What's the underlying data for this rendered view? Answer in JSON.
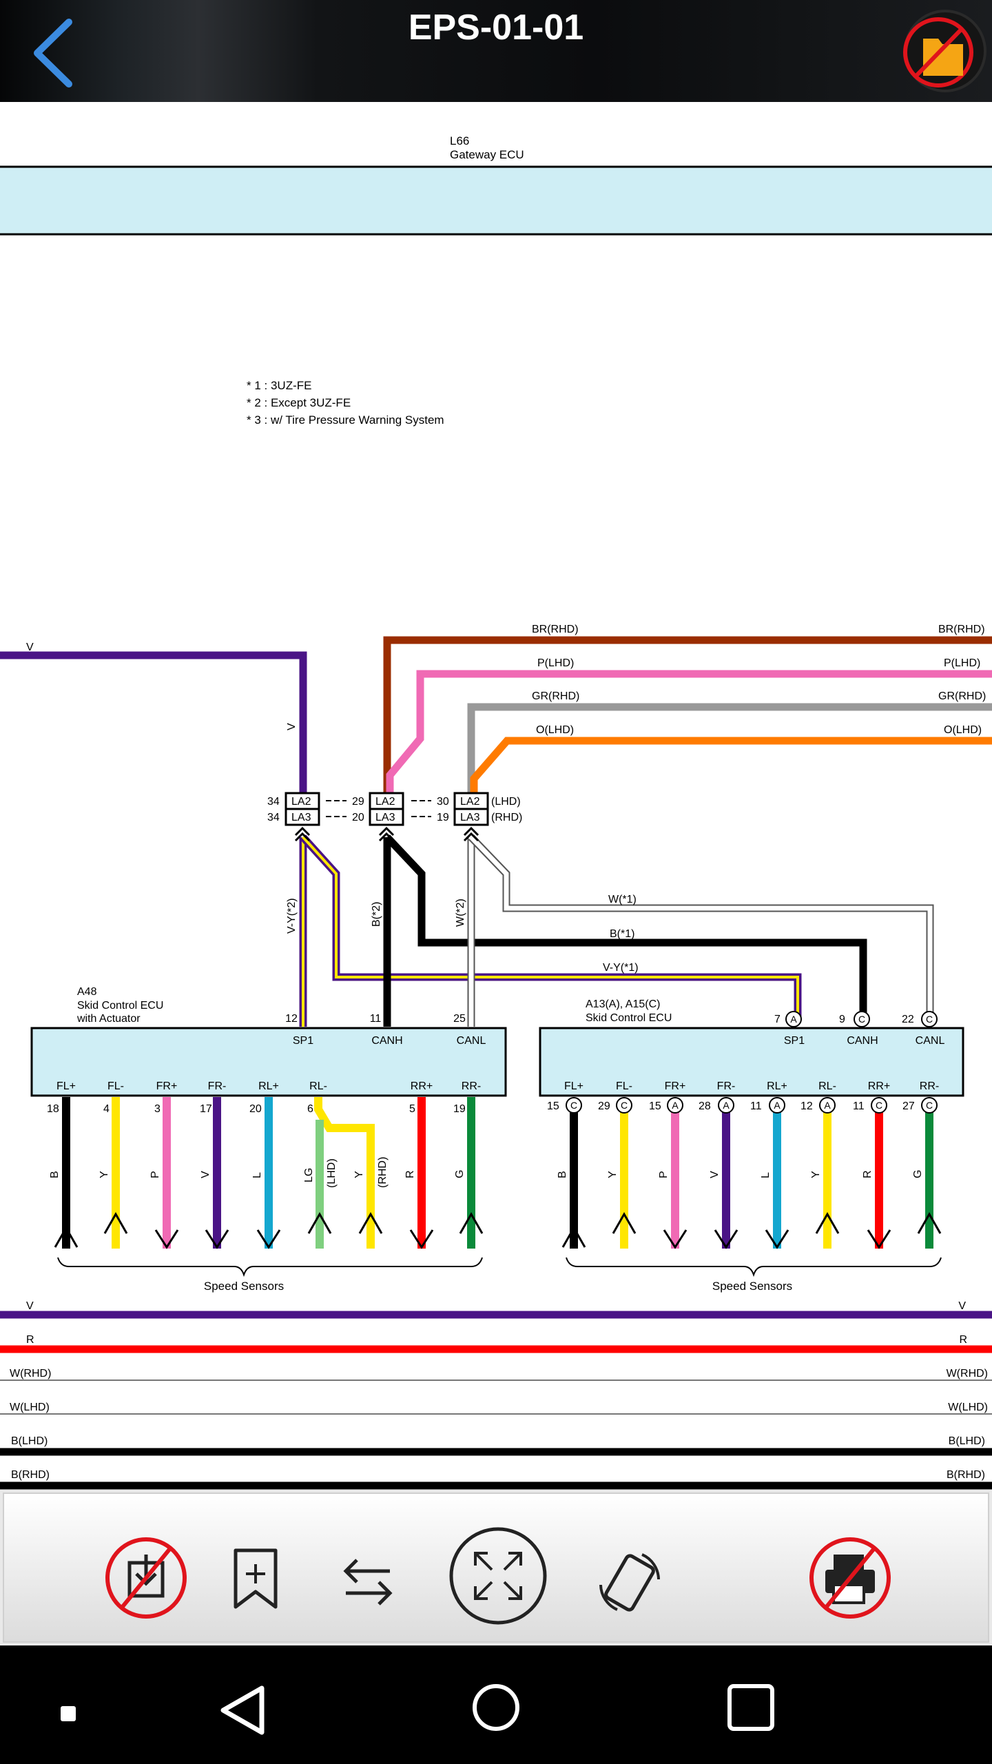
{
  "header": {
    "title": "EPS-01-01"
  },
  "diagram": {
    "gateway": {
      "code": "L66",
      "name": "Gateway ECU"
    },
    "notes": [
      "* 1 : 3UZ-FE",
      "* 2 : Except 3UZ-FE",
      "* 3 : w/ Tire Pressure Warning System"
    ],
    "top_wires": {
      "v": "V",
      "br_rhd": "BR(RHD)",
      "p_lhd": "P(LHD)",
      "gr_rhd": "GR(RHD)",
      "o_lhd": "O(LHD)",
      "v_vert": "V"
    },
    "junctions": {
      "la2": "LA2",
      "la3": "LA3",
      "pins_left": [
        "34",
        "34"
      ],
      "pins_mid": [
        "29",
        "20"
      ],
      "pins_right": [
        "30",
        "19"
      ],
      "lhd": "(LHD)",
      "rhd": "(RHD)"
    },
    "vertical_labels": {
      "vy2": "V-Y(*2)",
      "b2": "B(*2)",
      "w2": "W(*2)"
    },
    "middle_wires": {
      "w1": "W(*1)",
      "b1": "B(*1)",
      "vy1": "V-Y(*1)"
    },
    "ecu_a48": {
      "code": "A48",
      "name_line1": "Skid Control ECU",
      "name_line2": "with Actuator",
      "top_pins": [
        "12",
        "11",
        "25"
      ],
      "top_labels": [
        "SP1",
        "CANH",
        "CANL"
      ],
      "bottom_labels": [
        "FL+",
        "FL-",
        "FR+",
        "FR-",
        "RL+",
        "RL-",
        "RR+",
        "RR-"
      ],
      "bottom_pins": [
        "18",
        "4",
        "3",
        "17",
        "20",
        "6",
        "5",
        "19"
      ],
      "wire_colors": [
        "B",
        "Y",
        "P",
        "V",
        "L",
        "LG",
        "Y",
        "R",
        "G"
      ],
      "lhd": "(LHD)",
      "rhd": "(RHD)",
      "sensors": "Speed Sensors"
    },
    "ecu_a13": {
      "code": "A13(A), A15(C)",
      "name": "Skid Control ECU",
      "top_pins": [
        "7",
        "9",
        "22"
      ],
      "top_conn": [
        "A",
        "C",
        "C"
      ],
      "top_labels": [
        "SP1",
        "CANH",
        "CANL"
      ],
      "bottom_labels": [
        "FL+",
        "FL-",
        "FR+",
        "FR-",
        "RL+",
        "RL-",
        "RR+",
        "RR-"
      ],
      "bottom_pins": [
        "15",
        "29",
        "15",
        "28",
        "11",
        "12",
        "11",
        "27"
      ],
      "bottom_conn": [
        "C",
        "C",
        "A",
        "A",
        "A",
        "A",
        "C",
        "C"
      ],
      "wire_colors": [
        "B",
        "Y",
        "P",
        "V",
        "L",
        "Y",
        "R",
        "G"
      ],
      "sensors": "Speed Sensors"
    },
    "bus_lines": {
      "left": [
        "V",
        "R",
        "W(RHD)",
        "W(LHD)",
        "B(LHD)",
        "B(RHD)"
      ],
      "right": [
        "V",
        "R",
        "W(RHD)",
        "W(LHD)",
        "B(LHD)",
        "B(RHD)"
      ]
    }
  },
  "toolbar": {
    "icons": [
      "download-disabled-icon",
      "bookmark-add-icon",
      "swap-arrows-icon",
      "fit-screen-icon",
      "rotate-screen-icon",
      "print-disabled-icon"
    ]
  },
  "colors": {
    "ecu_fill": "#cfeef5",
    "violet": "#4a1486",
    "brown": "#9a2d00",
    "pink": "#f06ab4",
    "gray": "#999999",
    "orange": "#ff7b00",
    "yellow": "#ffe600",
    "blue": "#14a7cf",
    "light_green": "#7fcf7f",
    "red": "#ff0000",
    "green": "#0a8a3a",
    "disabled_red": "#e0141c",
    "back_blue": "#3b8be0"
  }
}
